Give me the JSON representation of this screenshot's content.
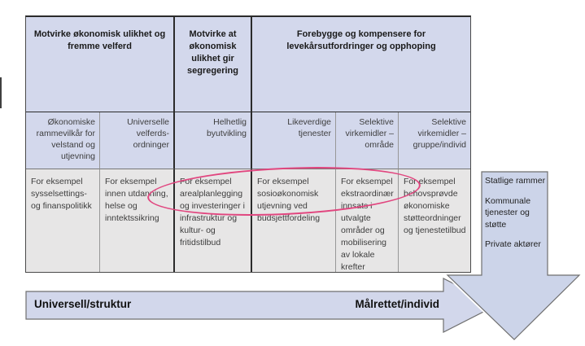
{
  "table": {
    "group_headers": [
      {
        "label": "Motvirke økonomisk ulikhet og fremme velferd"
      },
      {
        "label": "Motvirke at økonomisk ulikhet gir segregering"
      },
      {
        "label": "Forebygge og kompensere for levekårsutfordringer og opphoping"
      }
    ],
    "columns": [
      {
        "header": "Økonomiske rammevilkår for velstand og utjevning",
        "example": "For eksempel sysselsettings- og finanspolitikk"
      },
      {
        "header": "Universelle velferds-ordninger",
        "example": "For eksempel innen utdanning, helse og inntektssikring"
      },
      {
        "header": "Helhetlig byutvikling",
        "example": "For eksempel arealplanlegging og investeringer i infrastruktur og kultur- og fritidstilbud"
      },
      {
        "header": "Likeverdige tjenester",
        "example": "For eksempel sosioøkonomisk utjevning ved budsjettfordeling"
      },
      {
        "header": "Selektive virkemidler – område",
        "example": "For eksempel ekstraordinær innsats i utvalgte områder og mobilisering av lokale krefter"
      },
      {
        "header": "Selektive virkemidler – gruppe/individ",
        "example": "For eksempel behovsprøvde økonomiske støtteordninger og tjenestetilbud"
      }
    ]
  },
  "side_arrow": {
    "items": [
      "Statlige rammer",
      "Kommunale tjenester og støtte",
      "Private aktører"
    ]
  },
  "bottom_arrow": {
    "left_label": "Universell/struktur",
    "right_label": "Målrettet/individ"
  },
  "colors": {
    "header_fill": "#d3d8ec",
    "body_fill": "#e7e6e6",
    "arrow_fill": "#ccd4e9",
    "bar_fill": "#d2d7eb",
    "ellipse": "#e1467f"
  }
}
